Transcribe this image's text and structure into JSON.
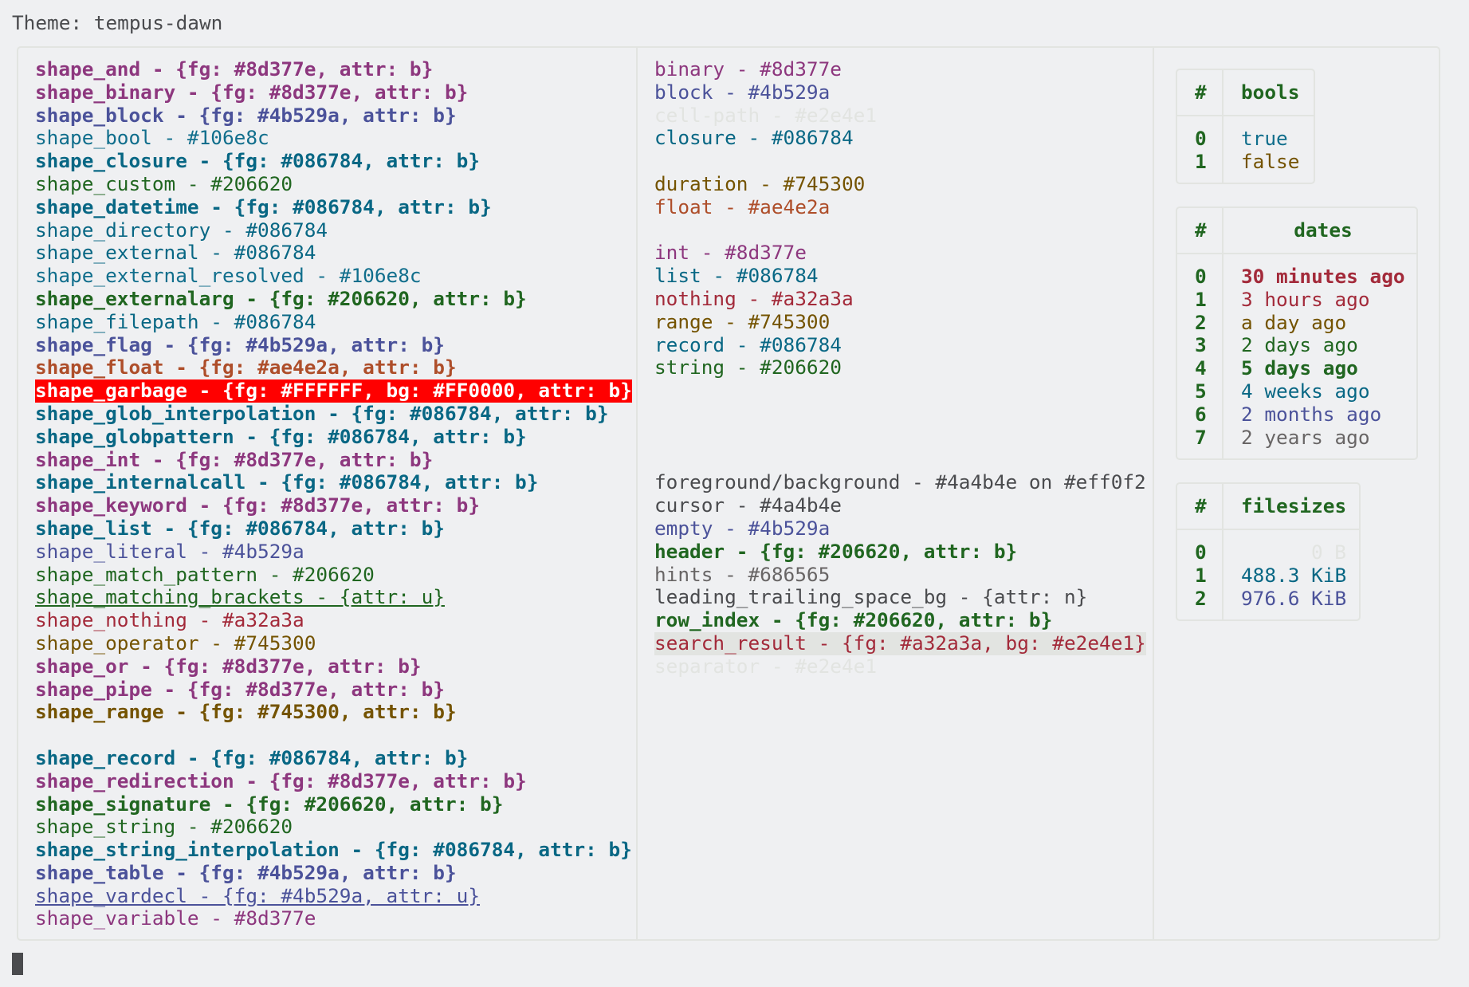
{
  "theme_line": "Theme: tempus-dawn",
  "left_column": [
    {
      "text": "shape_and - {fg: #8d377e, attr: b}",
      "color": "#8d377e",
      "bold": true
    },
    {
      "text": "shape_binary - {fg: #8d377e, attr: b}",
      "color": "#8d377e",
      "bold": true
    },
    {
      "text": "shape_block - {fg: #4b529a, attr: b}",
      "color": "#4b529a",
      "bold": true
    },
    {
      "text": "shape_bool - #106e8c",
      "color": "#106e8c"
    },
    {
      "text": "shape_closure - {fg: #086784, attr: b}",
      "color": "#086784",
      "bold": true
    },
    {
      "text": "shape_custom - #206620",
      "color": "#206620"
    },
    {
      "text": "shape_datetime - {fg: #086784, attr: b}",
      "color": "#086784",
      "bold": true
    },
    {
      "text": "shape_directory - #086784",
      "color": "#086784"
    },
    {
      "text": "shape_external - #086784",
      "color": "#086784"
    },
    {
      "text": "shape_external_resolved - #106e8c",
      "color": "#106e8c"
    },
    {
      "text": "shape_externalarg - {fg: #206620, attr: b}",
      "color": "#206620",
      "bold": true
    },
    {
      "text": "shape_filepath - #086784",
      "color": "#086784"
    },
    {
      "text": "shape_flag - {fg: #4b529a, attr: b}",
      "color": "#4b529a",
      "bold": true
    },
    {
      "text": "shape_float - {fg: #ae4e2a, attr: b}",
      "color": "#ae4e2a",
      "bold": true
    },
    {
      "text": "shape_garbage - {fg: #FFFFFF, bg: #FF0000, attr: b}",
      "color": "#FFFFFF",
      "bg": "#FF0000",
      "bold": true
    },
    {
      "text": "shape_glob_interpolation - {fg: #086784, attr: b}",
      "color": "#086784",
      "bold": true
    },
    {
      "text": "shape_globpattern - {fg: #086784, attr: b}",
      "color": "#086784",
      "bold": true
    },
    {
      "text": "shape_int - {fg: #8d377e, attr: b}",
      "color": "#8d377e",
      "bold": true
    },
    {
      "text": "shape_internalcall - {fg: #086784, attr: b}",
      "color": "#086784",
      "bold": true
    },
    {
      "text": "shape_keyword - {fg: #8d377e, attr: b}",
      "color": "#8d377e",
      "bold": true
    },
    {
      "text": "shape_list - {fg: #086784, attr: b}",
      "color": "#086784",
      "bold": true
    },
    {
      "text": "shape_literal - #4b529a",
      "color": "#4b529a"
    },
    {
      "text": "shape_match_pattern - #206620",
      "color": "#206620"
    },
    {
      "text": "shape_matching_brackets - {attr: u}",
      "color": "#206620",
      "underline": true
    },
    {
      "text": "shape_nothing - #a32a3a",
      "color": "#a32a3a"
    },
    {
      "text": "shape_operator - #745300",
      "color": "#745300"
    },
    {
      "text": "shape_or - {fg: #8d377e, attr: b}",
      "color": "#8d377e",
      "bold": true
    },
    {
      "text": "shape_pipe - {fg: #8d377e, attr: b}",
      "color": "#8d377e",
      "bold": true
    },
    {
      "text": "shape_range - {fg: #745300, attr: b}",
      "color": "#745300",
      "bold": true
    },
    {
      "text": "",
      "color": "#4a4b4e"
    },
    {
      "text": "shape_record - {fg: #086784, attr: b}",
      "color": "#086784",
      "bold": true
    },
    {
      "text": "shape_redirection - {fg: #8d377e, attr: b}",
      "color": "#8d377e",
      "bold": true
    },
    {
      "text": "shape_signature - {fg: #206620, attr: b}",
      "color": "#206620",
      "bold": true
    },
    {
      "text": "shape_string - #206620",
      "color": "#206620"
    },
    {
      "text": "shape_string_interpolation - {fg: #086784, attr: b}",
      "color": "#086784",
      "bold": true
    },
    {
      "text": "shape_table - {fg: #4b529a, attr: b}",
      "color": "#4b529a",
      "bold": true
    },
    {
      "text": "shape_vardecl - {fg: #4b529a, attr: u}",
      "color": "#4b529a",
      "underline": true
    },
    {
      "text": "shape_variable - #8d377e",
      "color": "#8d377e"
    }
  ],
  "middle_column": [
    {
      "text": "binary - #8d377e",
      "color": "#8d377e"
    },
    {
      "text": "block - #4b529a",
      "color": "#4b529a"
    },
    {
      "text": "cell-path - #e2e4e1",
      "color": "#e2e4e1"
    },
    {
      "text": "closure - #086784",
      "color": "#086784"
    },
    {
      "text": "",
      "color": "#4a4b4e"
    },
    {
      "text": "duration - #745300",
      "color": "#745300"
    },
    {
      "text": "float - #ae4e2a",
      "color": "#ae4e2a"
    },
    {
      "text": "",
      "color": "#4a4b4e"
    },
    {
      "text": "int - #8d377e",
      "color": "#8d377e"
    },
    {
      "text": "list - #086784",
      "color": "#086784"
    },
    {
      "text": "nothing - #a32a3a",
      "color": "#a32a3a"
    },
    {
      "text": "range - #745300",
      "color": "#745300"
    },
    {
      "text": "record - #086784",
      "color": "#086784"
    },
    {
      "text": "string - #206620",
      "color": "#206620"
    },
    {
      "text": "",
      "color": "#4a4b4e"
    },
    {
      "text": "",
      "color": "#4a4b4e"
    },
    {
      "text": "",
      "color": "#4a4b4e"
    },
    {
      "text": "",
      "color": "#4a4b4e"
    },
    {
      "text": "foreground/background - #4a4b4e on #eff0f2",
      "color": "#4a4b4e"
    },
    {
      "text": "cursor - #4a4b4e",
      "color": "#4a4b4e"
    },
    {
      "text": "empty - #4b529a",
      "color": "#4b529a"
    },
    {
      "text": "header - {fg: #206620, attr: b}",
      "color": "#206620",
      "bold": true
    },
    {
      "text": "hints - #686565",
      "color": "#686565"
    },
    {
      "text": "leading_trailing_space_bg - {attr: n}",
      "color": "#4a4b4e"
    },
    {
      "text": "row_index - {fg: #206620, attr: b}",
      "color": "#206620",
      "bold": true
    },
    {
      "text": "search_result - {fg: #a32a3a, bg: #e2e4e1}",
      "color": "#a32a3a",
      "bg": "#e2e4e1"
    },
    {
      "text": "separator - #e2e4e1",
      "color": "#e2e4e1"
    }
  ],
  "tables": {
    "bools": {
      "index_header": "#",
      "header": "bools",
      "rows": [
        {
          "index": "0",
          "value": "true",
          "color": "#106e8c"
        },
        {
          "index": "1",
          "value": "false",
          "color": "#745300"
        }
      ]
    },
    "dates": {
      "index_header": "#",
      "header": "dates",
      "rows": [
        {
          "index": "0",
          "value": "30 minutes ago",
          "color": "#a32a3a",
          "bold": true
        },
        {
          "index": "1",
          "value": "3 hours ago",
          "color": "#a32a3a"
        },
        {
          "index": "2",
          "value": "a day ago",
          "color": "#745300"
        },
        {
          "index": "3",
          "value": "2 days ago",
          "color": "#206620"
        },
        {
          "index": "4",
          "value": "5 days ago",
          "color": "#206620",
          "bold": true
        },
        {
          "index": "5",
          "value": "4 weeks ago",
          "color": "#086784"
        },
        {
          "index": "6",
          "value": "2 months ago",
          "color": "#4b529a"
        },
        {
          "index": "7",
          "value": "2 years ago",
          "color": "#686565"
        }
      ]
    },
    "filesizes": {
      "index_header": "#",
      "header": "filesizes",
      "rows": [
        {
          "index": "0",
          "value": "0 B",
          "color": "#e2e4e1"
        },
        {
          "index": "1",
          "value": "488.3 KiB",
          "color": "#086784"
        },
        {
          "index": "2",
          "value": "976.6 KiB",
          "color": "#4b529a"
        }
      ]
    }
  }
}
